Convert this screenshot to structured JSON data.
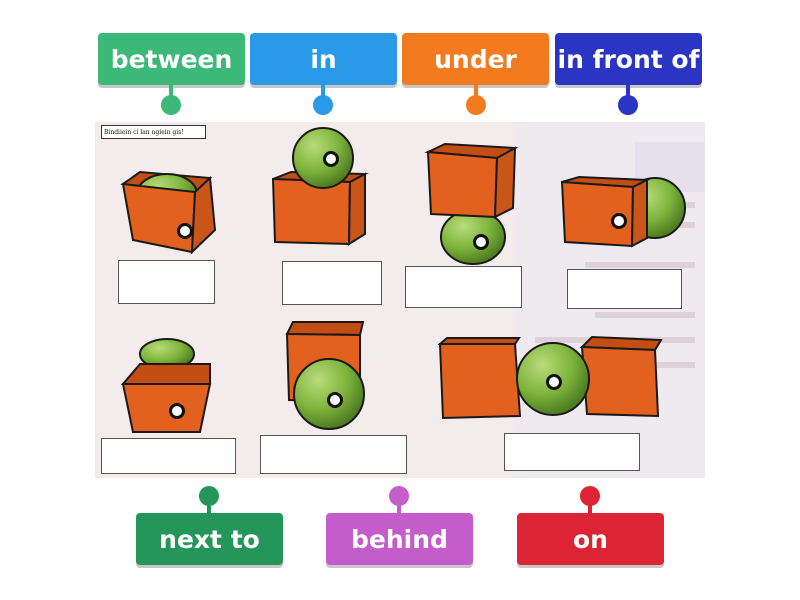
{
  "top_tags": [
    {
      "label": "between",
      "color": "#3cb878"
    },
    {
      "label": "in",
      "color": "#2a9ae8"
    },
    {
      "label": "under",
      "color": "#f47a20"
    },
    {
      "label": "in front of",
      "color": "#2b35c4"
    }
  ],
  "bottom_tags": [
    {
      "label": "next to",
      "color": "#24965a"
    },
    {
      "label": "behind",
      "color": "#c45ccc"
    },
    {
      "label": "on",
      "color": "#dc2434"
    }
  ],
  "image": {
    "header_text": "Bindiiein ci lan ngiein gis!"
  },
  "colors": {
    "cube": "#e2611e",
    "ball": "#7db33b"
  }
}
